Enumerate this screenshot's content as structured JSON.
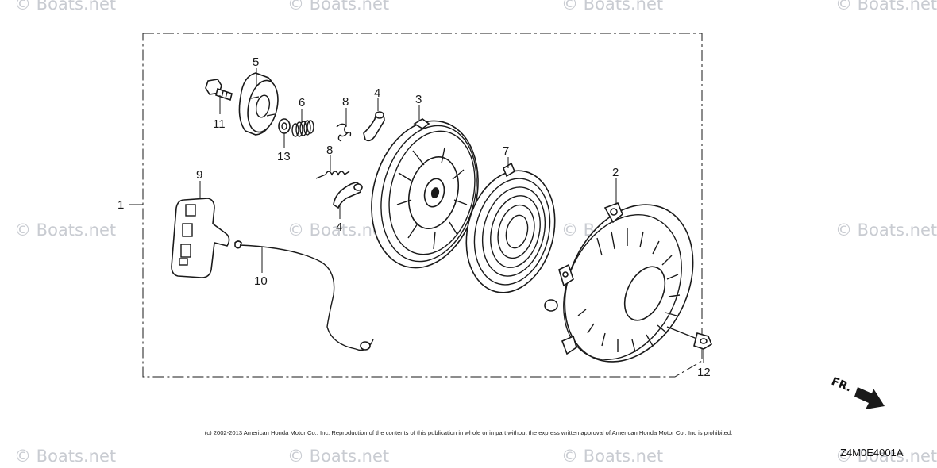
{
  "watermark": "© Boats.net",
  "callouts": {
    "c1": "1",
    "c2": "2",
    "c3": "3",
    "c4a": "4",
    "c4b": "4",
    "c5": "5",
    "c6": "6",
    "c7": "7",
    "c8a": "8",
    "c8b": "8",
    "c9": "9",
    "c10": "10",
    "c11": "11",
    "c12": "12",
    "c13": "13"
  },
  "front_label": "FR.",
  "copyright": "(c) 2002-2013 American Honda Motor Co., Inc. Reproduction of the contents of this publication in whole or in part without the express written approval of American Honda Motor Co., Inc is prohibited.",
  "diagram_code": "Z4M0E4001A"
}
